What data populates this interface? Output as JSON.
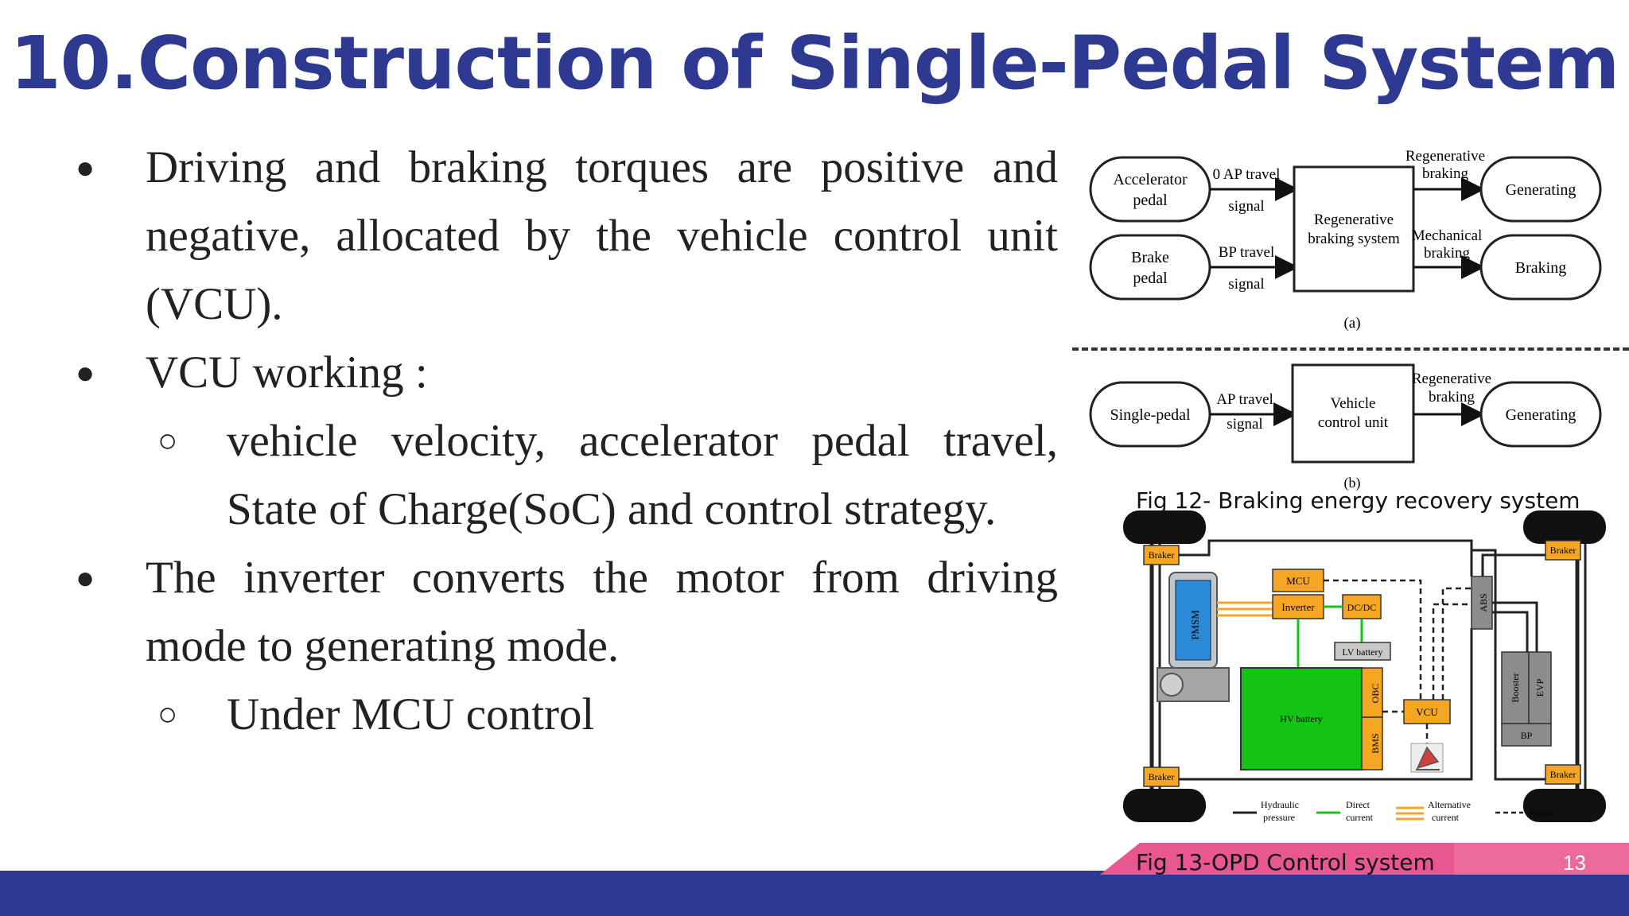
{
  "slide": {
    "title": "10.Construction of Single-Pedal System",
    "page_number": "13"
  },
  "bullets": [
    {
      "bullet": "●",
      "text": "Driving and braking torques are positive and negative, allocated by the vehicle control unit (VCU)."
    },
    {
      "bullet": "●",
      "text": "VCU working :"
    },
    {
      "bullet": "○",
      "text": "vehicle velocity, accelerator pedal travel, State of Charge(SoC) and control strategy."
    },
    {
      "bullet": "●",
      "text": "The inverter converts the motor from driving mode to generating mode."
    },
    {
      "bullet": "○",
      "text": "Under MCU control"
    }
  ],
  "fig12": {
    "caption": "Fig 12- Braking energy recovery system",
    "a": {
      "accelerator_pedal": [
        "Accelerator",
        "pedal"
      ],
      "brake_pedal": [
        "Brake",
        "pedal"
      ],
      "ap_signal": [
        "0 AP travel",
        "signal"
      ],
      "bp_signal": [
        "BP travel",
        "signal"
      ],
      "center": [
        "Regenerative",
        "braking system"
      ],
      "regen_label": [
        "Regenerative",
        "braking"
      ],
      "mech_label": [
        "Mechanical",
        "braking"
      ],
      "generating": "Generating",
      "braking": "Braking",
      "label": "(a)"
    },
    "b": {
      "single_pedal": "Single-pedal",
      "ap_signal": [
        "AP travel",
        "signal"
      ],
      "center": [
        "Vehicle",
        "control unit"
      ],
      "regen_label": [
        "Regenerative",
        "braking"
      ],
      "generating": "Generating",
      "label": "(b)"
    }
  },
  "fig13": {
    "caption": "Fig 13-OPD Control system",
    "braker": "Braker",
    "pmsm": "PMSM",
    "mcu": "MCU",
    "inverter": "Inverter",
    "dcdc": "DC/DC",
    "lv_battery": "LV battery",
    "hv_battery": "HV battery",
    "obc": "OBC",
    "bms": "BMS",
    "vcu": "VCU",
    "abs": "ABS",
    "booster": "Booster",
    "evp": "EVP",
    "bp": "BP",
    "legend": {
      "hydraulic": [
        "Hydraulic",
        "pressure"
      ],
      "direct": [
        "Direct",
        "current"
      ],
      "alternative": [
        "Alternative",
        "current"
      ],
      "signal": "Signal"
    },
    "colors": {
      "orange": "#f5a623",
      "green": "#14c414",
      "blue": "#2a8ad8"
    }
  }
}
